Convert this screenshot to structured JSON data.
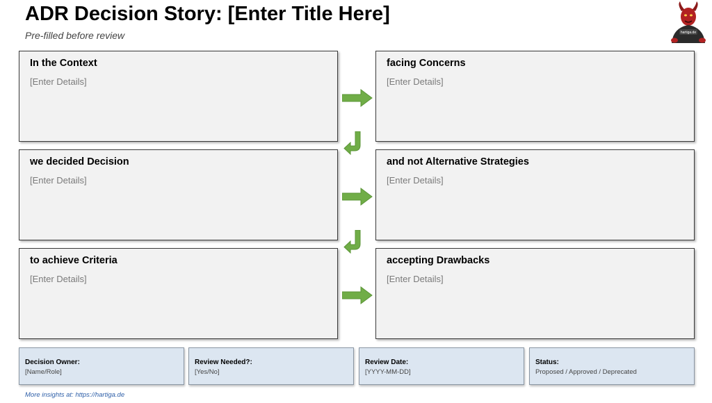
{
  "header": {
    "title": "ADR Decision Story: [Enter Title Here]",
    "subtitle": "Pre-filled before review",
    "avatar_badge": "hartiga.de"
  },
  "panels": [
    {
      "heading": "In the Context",
      "details": "[Enter Details]"
    },
    {
      "heading": "facing Concerns",
      "details": "[Enter Details]"
    },
    {
      "heading": "we decided Decision",
      "details": "[Enter Details]"
    },
    {
      "heading": "and not Alternative Strategies",
      "details": "[Enter Details]"
    },
    {
      "heading": "to achieve Criteria",
      "details": "[Enter Details]"
    },
    {
      "heading": "accepting Drawbacks",
      "details": "[Enter Details]"
    }
  ],
  "meta": [
    {
      "label": "Decision Owner:",
      "value": "[Name/Role]"
    },
    {
      "label": "Review Needed?:",
      "value": "[Yes/No]"
    },
    {
      "label": "Review Date:",
      "value": "[YYYY-MM-DD]"
    },
    {
      "label": "Status:",
      "value": "Proposed / Approved / Deprecated"
    }
  ],
  "footer": {
    "text": "More insights at: https://hartiga.de"
  },
  "colors": {
    "arrow": "#70ad47",
    "meta_background": "#dce6f1",
    "panel_background": "#f2f2f2",
    "link": "#2e5fa8"
  },
  "icons": {
    "arrow_right": "right-arrow-icon",
    "arrow_turn": "turn-down-left-arrow-icon",
    "avatar": "devil-mascot-avatar"
  }
}
